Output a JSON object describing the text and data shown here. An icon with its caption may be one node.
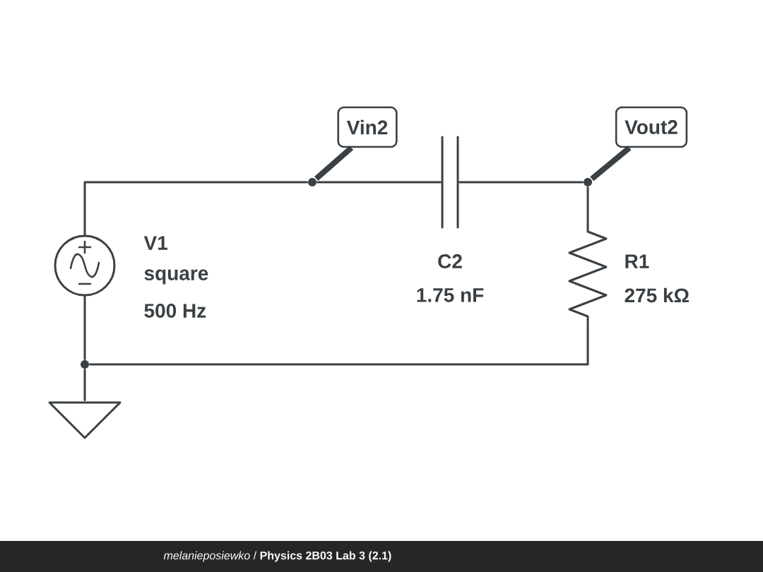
{
  "diagram": {
    "nodes": [
      {
        "text": [],
        "shape": "circle",
        "beside": [
          "V1",
          "square",
          "500 Hz"
        ]
      },
      {
        "text": [],
        "shape": "capacitor",
        "beside": [
          "C2",
          "1.75 nF"
        ]
      },
      {
        "text": [],
        "shape": "resistor",
        "beside": [
          "R1",
          "275 kΩ"
        ]
      },
      {
        "text": [],
        "shape": "ground"
      },
      {
        "text": [
          "Vin2"
        ]
      },
      {
        "text": [
          "Vout2"
        ]
      },
      {
        "text": [],
        "shape": "circle"
      },
      {
        "text": [],
        "shape": "circle"
      },
      {
        "text": [],
        "shape": "circle"
      }
    ],
    "edges": [
      {
        "from": 0,
        "to": 6,
        "arrow": "none"
      },
      {
        "from": 6,
        "to": 1,
        "arrow": "none"
      },
      {
        "from": 1,
        "to": 7,
        "arrow": "none"
      },
      {
        "from": 7,
        "to": 2,
        "arrow": "none"
      },
      {
        "from": 2,
        "to": 8,
        "arrow": "none"
      },
      {
        "from": 0,
        "to": 8,
        "arrow": "none"
      },
      {
        "from": 8,
        "to": 3,
        "arrow": "none"
      },
      {
        "from": 4,
        "to": 6,
        "arrow": "none",
        "style": "thick"
      },
      {
        "from": 5,
        "to": 7,
        "arrow": "none",
        "style": "thick"
      }
    ],
    "labels": [
      "*melanieposiewko* / **Physics 2B03 Lab 3 (2.1)**"
    ]
  }
}
